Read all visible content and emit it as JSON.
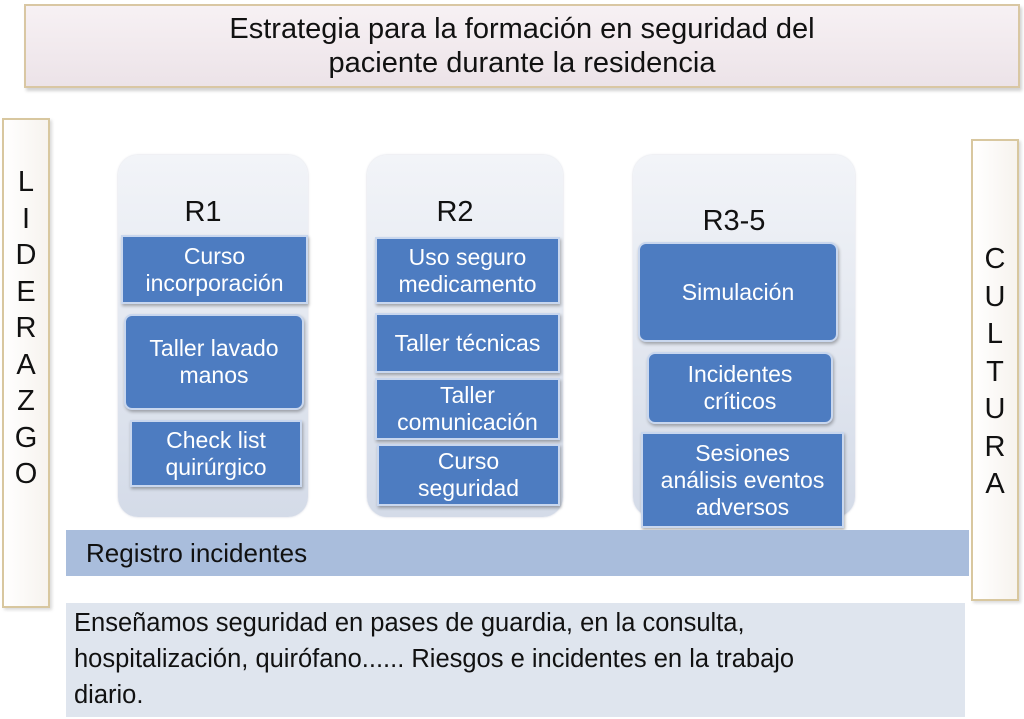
{
  "title": {
    "line1": "Estrategia para la formación en seguridad del",
    "line2": "paciente durante la residencia"
  },
  "left_pillar": {
    "letters": [
      "L",
      "I",
      "D",
      "E",
      "R",
      "A",
      "Z",
      "G",
      "O"
    ]
  },
  "right_pillar": {
    "letters": [
      "C",
      "U",
      "L",
      "T",
      "U",
      "R",
      "A"
    ]
  },
  "levels": [
    {
      "title": "R1",
      "items": [
        [
          "Curso",
          "incorporación"
        ],
        [
          "Taller lavado",
          "manos"
        ],
        [
          "Check list",
          "quirúrgico"
        ]
      ]
    },
    {
      "title": "R2",
      "items": [
        [
          "Uso seguro",
          "medicamento"
        ],
        [
          "Taller técnicas"
        ],
        [
          "Taller",
          "comunicación"
        ],
        [
          "Curso",
          "seguridad"
        ]
      ]
    },
    {
      "title": "R3-5",
      "items": [
        [
          "Simulación"
        ],
        [
          "Incidentes",
          "críticos"
        ],
        [
          "Sesiones",
          "análisis eventos",
          "adversos"
        ]
      ]
    }
  ],
  "registro": "Registro incidentes",
  "teaching": {
    "line1": "Enseñamos seguridad en pases de guardia, en la consulta,",
    "line2": "hospitalización, quirófano...... Riesgos e incidentes en la trabajo",
    "line3": "diario."
  },
  "colors": {
    "item_fill": "#4d7cc1",
    "registro_bar": "#a9bddc",
    "teaching_box": "#dfe5ee",
    "pillar_border": "#d8c79f"
  }
}
